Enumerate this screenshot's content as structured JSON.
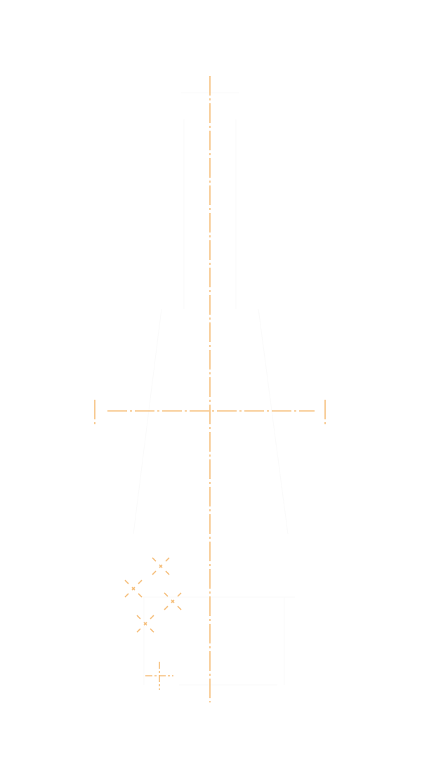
{
  "drawing": {
    "colors": {
      "centerline": "#f5bd78",
      "geometry": "#fafafa",
      "background": "#ffffff"
    },
    "features": [
      "vertical-centerline",
      "horizontal-centerline",
      "hole-center-marks",
      "circle-center-mark"
    ]
  }
}
